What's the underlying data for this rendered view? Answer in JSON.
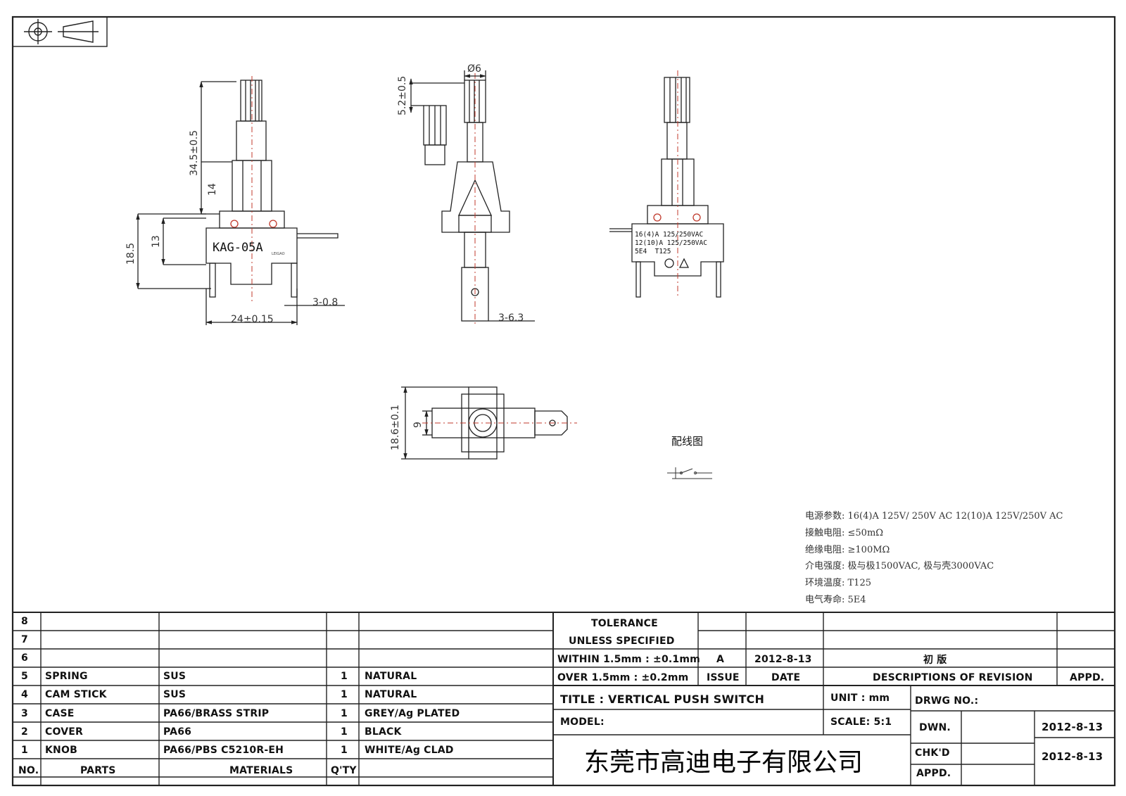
{
  "drawing": {
    "part_label": "KAG-05A",
    "brand_mark": "LEIGAO",
    "dimensions": {
      "total_height": "34.5±0.5",
      "upper_height": "14",
      "body_height": "18.5",
      "body_inner": "13",
      "width": "24±0.15",
      "terminal_thickness": "3-0.8",
      "pin_length": "5.2±0.5",
      "shaft_diameter": "Ø6",
      "terminal_width": "3-6.3",
      "bottom_height": "18.6±0.1",
      "bottom_inner": "9"
    },
    "marking_lines": [
      "16(4)A 125/250VAC",
      "12(10)A 125/250VAC",
      "5E4  T125"
    ],
    "wiring_label": "配线图"
  },
  "specs": [
    "电源参数: 16(4)A 125V/ 250V AC  12(10)A 125V/250V AC",
    "接触电阻: ≤50mΩ",
    "绝缘电阻: ≥100MΩ",
    "介电强度: 极与极1500VAC, 极与壳3000VAC",
    "环境温度: T125",
    "电气寿命: 5E4"
  ],
  "parts_table": {
    "headers": {
      "no": "NO.",
      "parts": "PARTS",
      "materials": "MATERIALS",
      "qty": "Q'TY"
    },
    "rows": [
      {
        "no": "8",
        "part": "",
        "material": "",
        "qty": "",
        "finish": ""
      },
      {
        "no": "7",
        "part": "",
        "material": "",
        "qty": "",
        "finish": ""
      },
      {
        "no": "6",
        "part": "",
        "material": "",
        "qty": "",
        "finish": ""
      },
      {
        "no": "5",
        "part": "SPRING",
        "material": "SUS",
        "qty": "1",
        "finish": "NATURAL"
      },
      {
        "no": "4",
        "part": "CAM STICK",
        "material": "SUS",
        "qty": "1",
        "finish": "NATURAL"
      },
      {
        "no": "3",
        "part": "CASE",
        "material": "PA66/BRASS STRIP",
        "qty": "1",
        "finish": "GREY/Ag PLATED"
      },
      {
        "no": "2",
        "part": "COVER",
        "material": "PA66",
        "qty": "1",
        "finish": "BLACK"
      },
      {
        "no": "1",
        "part": "KNOB",
        "material": "PA66/PBS C5210R-EH",
        "qty": "1",
        "finish": "WHITE/Ag CLAD"
      }
    ]
  },
  "title_block": {
    "tolerance_1": "TOLERANCE",
    "tolerance_2": "UNLESS  SPECIFIED",
    "tolerance_3": "WITHIN 1.5mm : ±0.1mm",
    "tolerance_4": "OVER 1.5mm : ±0.2mm",
    "issue_value": "A",
    "date_value": "2012-8-13",
    "description_value": "初 版",
    "issue_label": "ISSUE",
    "date_label": "DATE",
    "desc_label": "DESCRIPTIONS OF REVISION",
    "appd_label": "APPD.",
    "title": "TITLE :  VERTICAL PUSH SWITCH",
    "unit": "UNIT :  mm",
    "drwg_no": "DRWG NO.:",
    "model": "MODEL:",
    "scale": "SCALE:  5:1",
    "dwn_label": "DWN.",
    "dwn_date": "2012-8-13",
    "chkd_label": "CHK'D",
    "chkd_date": "2012-8-13",
    "appd2_label": "APPD.",
    "company": "东莞市高迪电子有限公司"
  }
}
